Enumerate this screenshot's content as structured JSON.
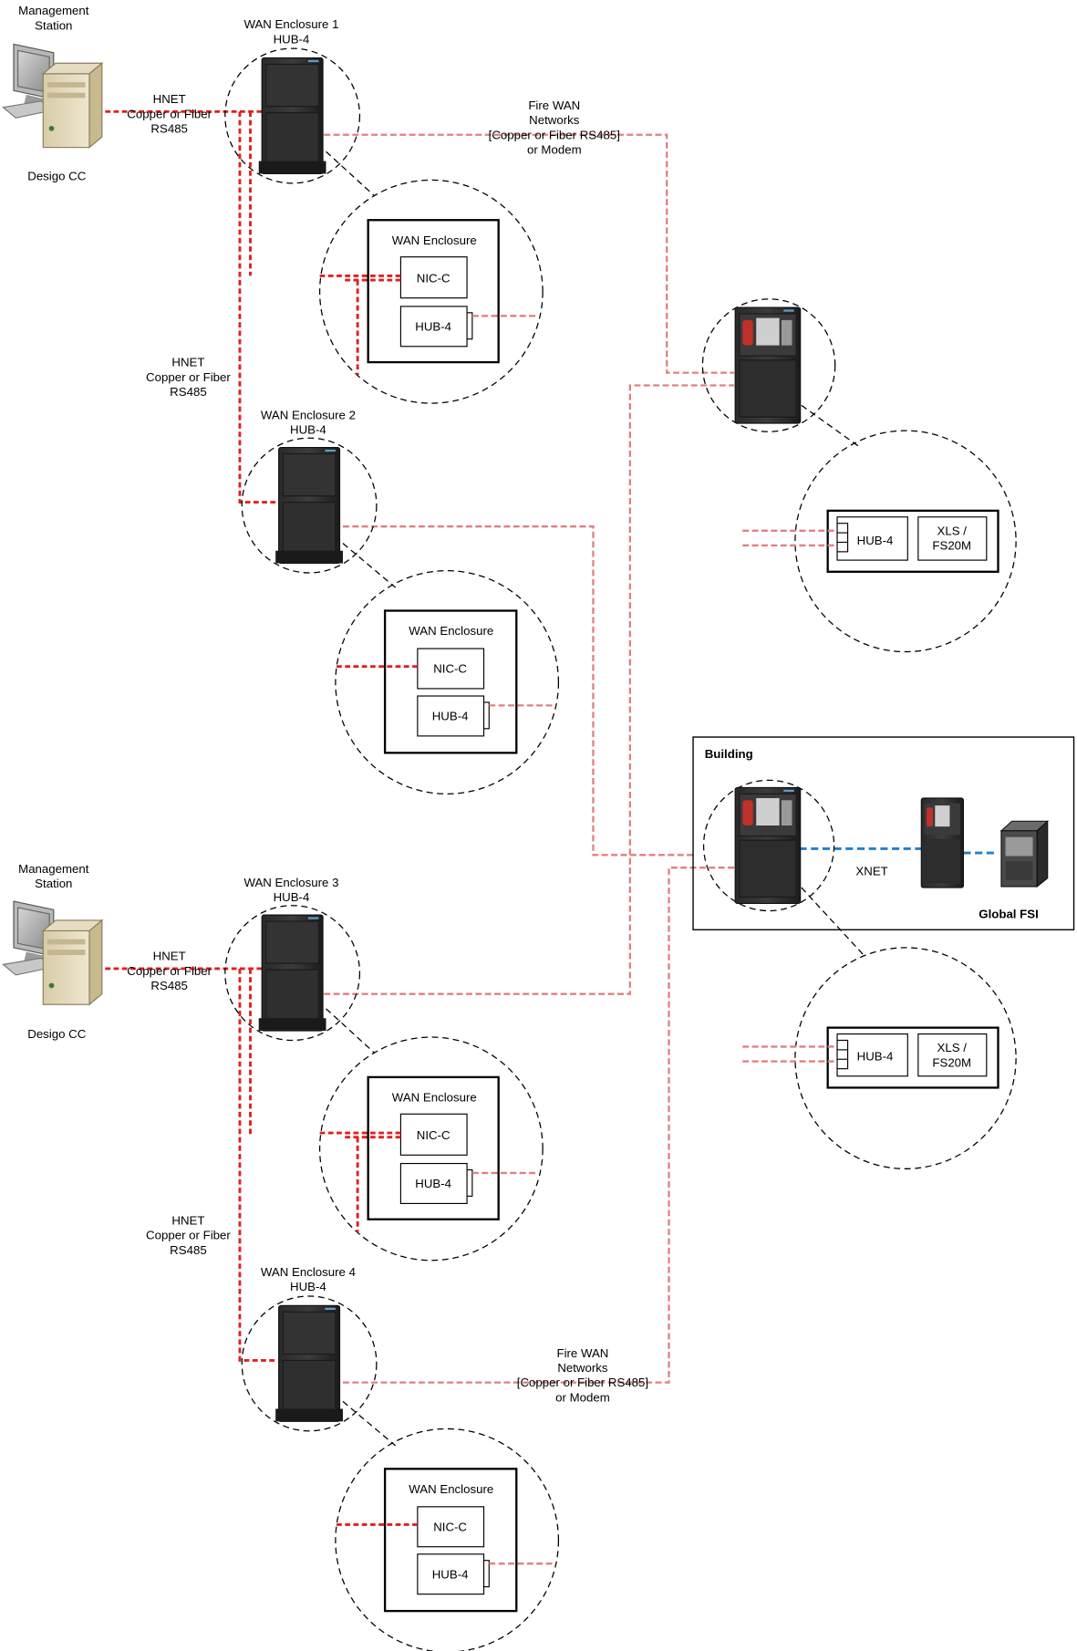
{
  "stations": [
    {
      "heading": "Management\nStation",
      "name": "Desigo CC"
    },
    {
      "heading": "Management\nStation",
      "name": "Desigo CC"
    }
  ],
  "hnet_labels": [
    "HNET\nCopper or Fiber\nRS485",
    "HNET\nCopper or Fiber\nRS485",
    "HNET\nCopper or Fiber\nRS485",
    "HNET\nCopper or Fiber\nRS485"
  ],
  "enclosures": [
    "WAN Enclosure 1\nHUB-4",
    "WAN Enclosure 2\nHUB-4",
    "WAN Enclosure 3\nHUB-4",
    "WAN Enclosure 4\nHUB-4"
  ],
  "wan_enclosure_detail": {
    "title": "WAN Enclosure",
    "nic": "NIC-C",
    "hub": "HUB-4"
  },
  "fire_wan_labels": [
    "Fire WAN\nNetworks\n\n[Copper or Fiber RS485]\nor Modem",
    "Fire WAN\nNetworks\n\n[Copper or Fiber RS485]\nor Modem"
  ],
  "panel_detail": {
    "hub": "HUB-4",
    "module": "XLS /\nFS20M"
  },
  "building": {
    "title": "Building",
    "xnet": "XNET",
    "fsi": "Global FSI"
  },
  "colors": {
    "hnet": "#e02020",
    "fire_wan": "#e08080",
    "xnet": "#1f7fd0"
  }
}
